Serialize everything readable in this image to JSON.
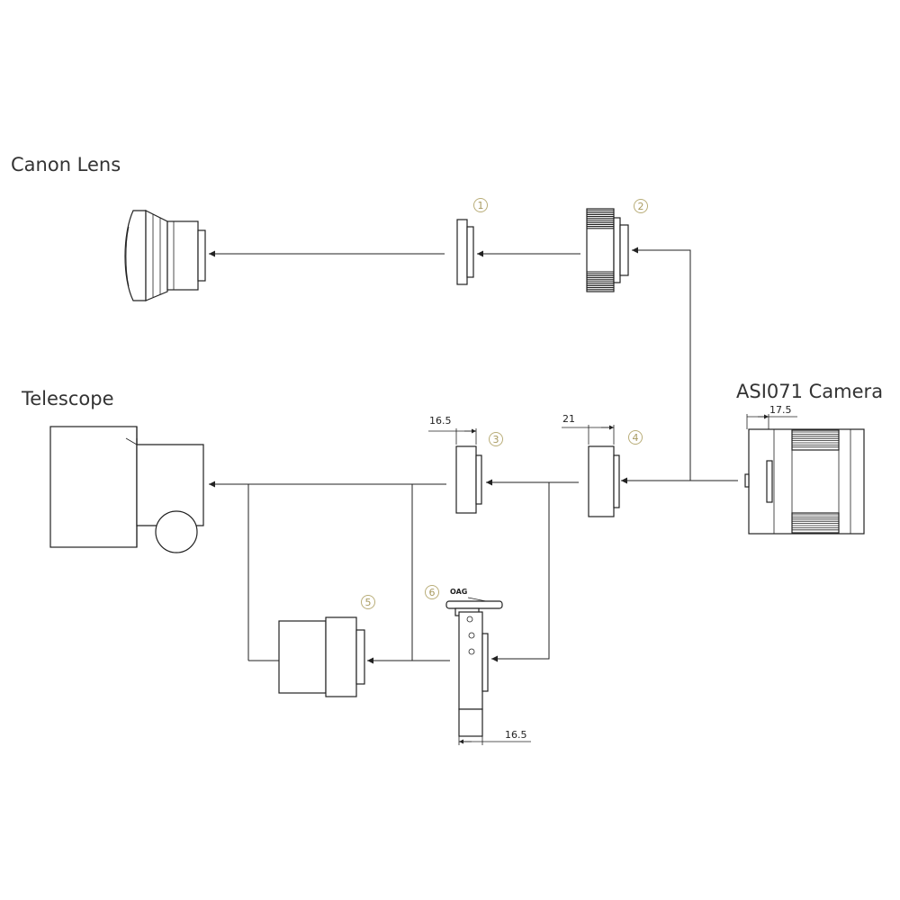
{
  "labels": {
    "canon_lens": "Canon Lens",
    "telescope": "Telescope",
    "camera": "ASI071 Camera",
    "oag": "OAG"
  },
  "part_numbers": [
    "1",
    "2",
    "3",
    "4",
    "5",
    "6"
  ],
  "dimensions": {
    "camera_back_focus": "17.5",
    "part3_width": "16.5",
    "part4_width": "21",
    "part6_width": "16.5"
  },
  "colors": {
    "line": "#222222",
    "text": "#333333",
    "number_badge": "#b9ad78"
  }
}
